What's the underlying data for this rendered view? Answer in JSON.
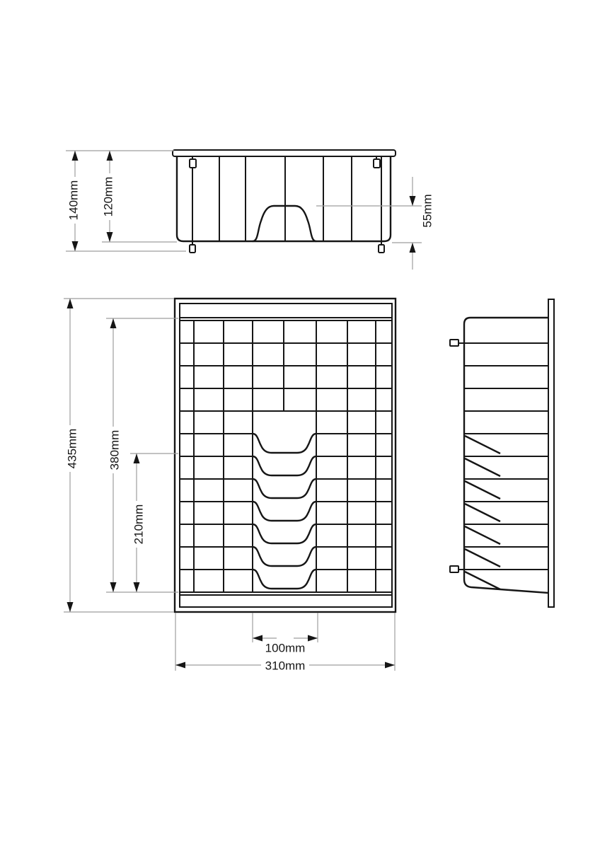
{
  "drawing": {
    "background": "#ffffff",
    "line_color": "#161616",
    "dimension_line_color": "#9e9e9e",
    "front_elevation": {
      "dimensions": {
        "total_height": "140mm",
        "basket_height": "120mm",
        "cutout_height": "55mm"
      }
    },
    "plan_view": {
      "dimensions": {
        "total_height": "435mm",
        "grid_height": "380mm",
        "slot_section_height": "210mm",
        "slot_width": "100mm",
        "total_width": "310mm"
      }
    }
  }
}
